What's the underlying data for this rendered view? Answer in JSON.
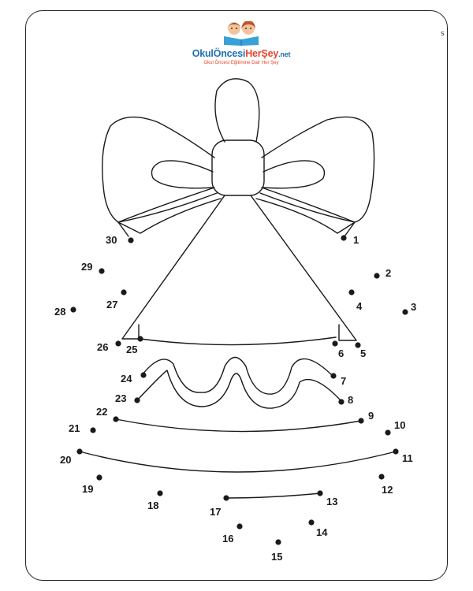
{
  "logo": {
    "title_part1": "Okul",
    "title_part2": "Öncesi",
    "title_part3": "HerŞey",
    "title_tld": ".net",
    "tagline": "Okul Öncesi Eğitimine Dair Her Şey",
    "icon": "children-reading-book-icon"
  },
  "corner_mark": "s",
  "dots": [
    {
      "n": "1"
    },
    {
      "n": "2"
    },
    {
      "n": "3"
    },
    {
      "n": "4"
    },
    {
      "n": "5"
    },
    {
      "n": "6"
    },
    {
      "n": "7"
    },
    {
      "n": "8"
    },
    {
      "n": "9"
    },
    {
      "n": "10"
    },
    {
      "n": "11"
    },
    {
      "n": "12"
    },
    {
      "n": "13"
    },
    {
      "n": "14"
    },
    {
      "n": "15"
    },
    {
      "n": "16"
    },
    {
      "n": "17"
    },
    {
      "n": "18"
    },
    {
      "n": "19"
    },
    {
      "n": "20"
    },
    {
      "n": "21"
    },
    {
      "n": "22"
    },
    {
      "n": "23"
    },
    {
      "n": "24"
    },
    {
      "n": "25"
    },
    {
      "n": "26"
    },
    {
      "n": "27"
    },
    {
      "n": "28"
    },
    {
      "n": "29"
    },
    {
      "n": "30"
    }
  ],
  "colors": {
    "line": "#1a1a1a",
    "logo_blue": "#1f6fb5",
    "logo_red": "#e8452c"
  }
}
